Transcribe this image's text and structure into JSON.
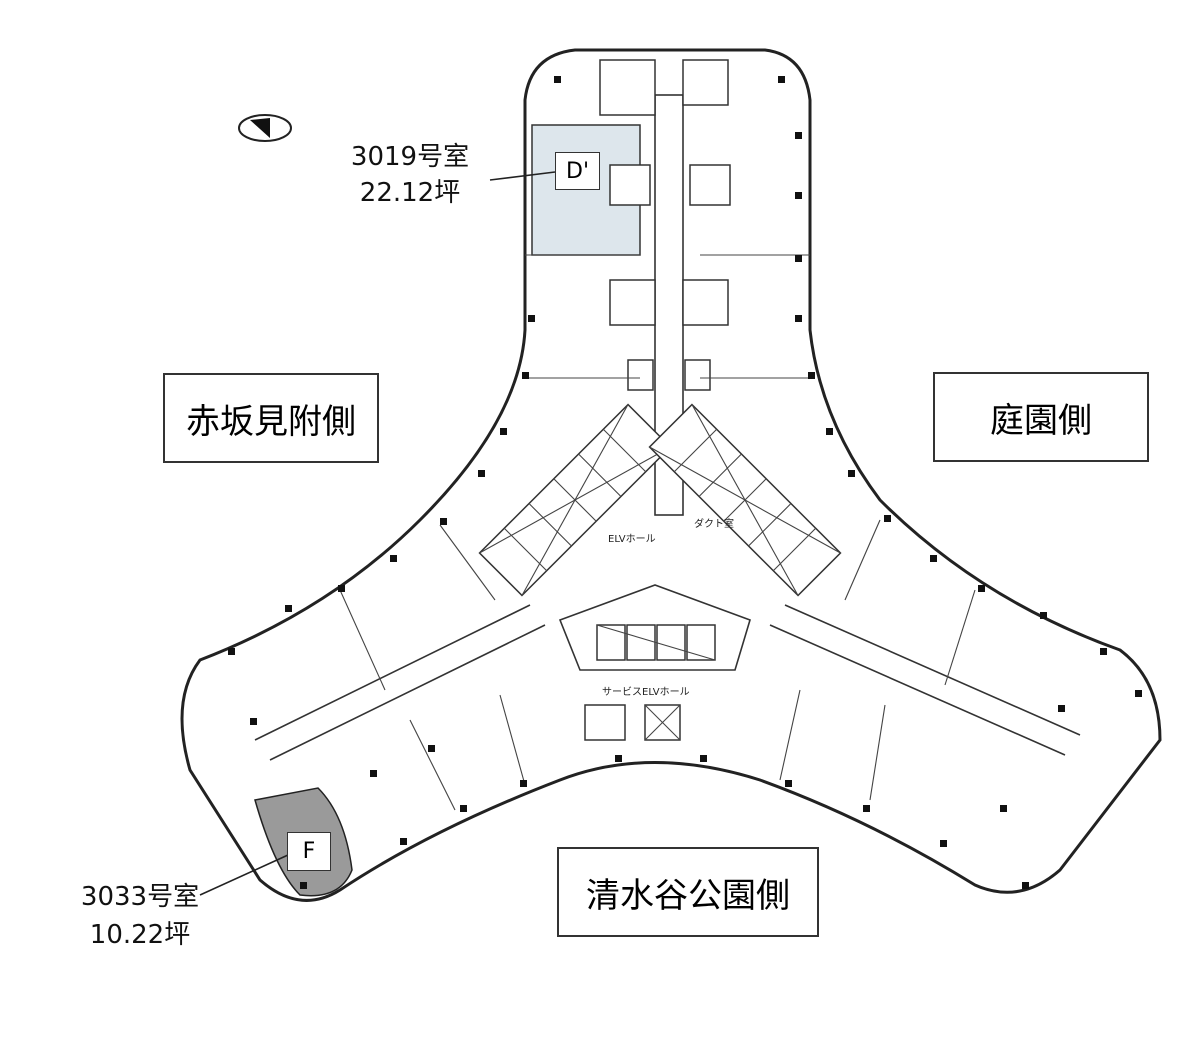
{
  "rooms": [
    {
      "number": "3019号室",
      "area": "22.12坪",
      "code": "D'"
    },
    {
      "number": "3033号室",
      "area": "10.22坪",
      "code": "F"
    }
  ],
  "sides": {
    "left": "赤坂見附側",
    "right": "庭園側",
    "bottom": "清水谷公園側"
  },
  "plan_labels": {
    "elv_hall": "ELVホール",
    "service_elv_hall": "サービスELVホール",
    "machine_room": "ダクト室"
  },
  "colors": {
    "room_3019_fill": "#dde6ec",
    "room_3033_fill": "#9a9a9a"
  }
}
